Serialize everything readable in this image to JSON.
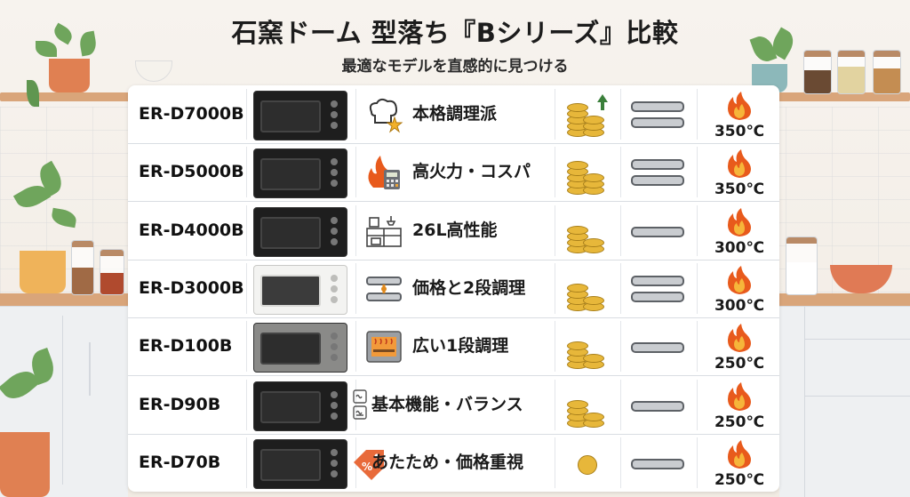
{
  "title": "石窯ドーム 型落ち『Bシリーズ』比較",
  "subtitle": "最適なモデルを直感的に見つける",
  "colors": {
    "coin": "#e7b73a",
    "flame": "#e85a1c",
    "tray": "#c9ccd0",
    "oven_black": "#1e1e1e",
    "oven_white": "#f3f3f1",
    "oven_silver": "#8a8a88"
  },
  "rows": [
    {
      "model": "ER-D7000B",
      "oven": "black",
      "feature_icon": "chef-hat-star-icon",
      "feature": "本格調理派",
      "price_level": 3,
      "price_rising": true,
      "trays": 2,
      "temp": "350℃"
    },
    {
      "model": "ER-D5000B",
      "oven": "black",
      "feature_icon": "flame-calculator-icon",
      "feature": "高火力・コスパ",
      "price_level": 3,
      "price_rising": false,
      "trays": 2,
      "temp": "350℃"
    },
    {
      "model": "ER-D4000B",
      "oven": "black",
      "feature_icon": "kitchen-icon",
      "feature": "26L高性能",
      "price_level": 2,
      "price_rising": false,
      "trays": 1,
      "temp": "300℃"
    },
    {
      "model": "ER-D3000B",
      "oven": "white",
      "feature_icon": "two-tier-tray-icon",
      "feature": "価格と2段調理",
      "price_level": 2,
      "price_rising": false,
      "trays": 2,
      "temp": "300℃"
    },
    {
      "model": "ER-D100B",
      "oven": "silver",
      "feature_icon": "oven-interior-icon",
      "feature": "広い1段調理",
      "price_level": 2,
      "price_rising": false,
      "trays": 1,
      "temp": "250℃"
    },
    {
      "model": "ER-D90B",
      "oven": "black",
      "feature_icon": "heat-modes-icon",
      "feature": "基本機能・バランス",
      "price_level": 2,
      "price_rising": false,
      "trays": 1,
      "temp": "250℃"
    },
    {
      "model": "ER-D70B",
      "oven": "black",
      "feature_icon": "discount-tag-icon",
      "feature": "あたため・価格重視",
      "price_level": 1,
      "price_rising": false,
      "trays": 1,
      "temp": "250℃"
    }
  ]
}
